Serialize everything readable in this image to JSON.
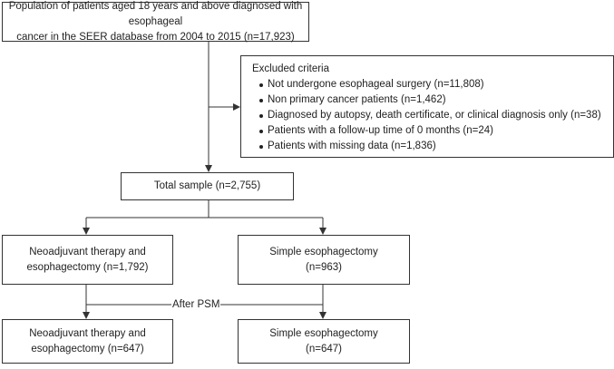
{
  "population": {
    "line1": "Population of patients aged 18 years and above diagnosed with esophageal",
    "line2": "cancer in the SEER database from 2004 to 2015 (n=17,923)"
  },
  "excluded": {
    "title": "Excluded criteria",
    "items": [
      "Not undergone esophageal surgery (n=11,808)",
      "Non primary cancer patients (n=1,462)",
      "Diagnosed by autopsy, death certificate, or clinical diagnosis only (n=38)",
      "Patients with a follow-up time of 0 months (n=24)",
      "Patients with missing data (n=1,836)"
    ]
  },
  "total": {
    "label": "Total sample (n=2,755)"
  },
  "before_psm": {
    "neoadjuvant": {
      "line1": "Neoadjuvant therapy and",
      "line2": "esophagectomy (n=1,792)"
    },
    "simple": {
      "line1": "Simple esophagectomy",
      "line2": "(n=963)"
    }
  },
  "psm_label": "After PSM",
  "after_psm": {
    "neoadjuvant": {
      "line1": "Neoadjuvant therapy and",
      "line2": "esophagectomy (n=647)"
    },
    "simple": {
      "line1": "Simple esophagectomy",
      "line2": "(n=647)"
    }
  },
  "colors": {
    "line": "#333333",
    "text": "#222222"
  }
}
